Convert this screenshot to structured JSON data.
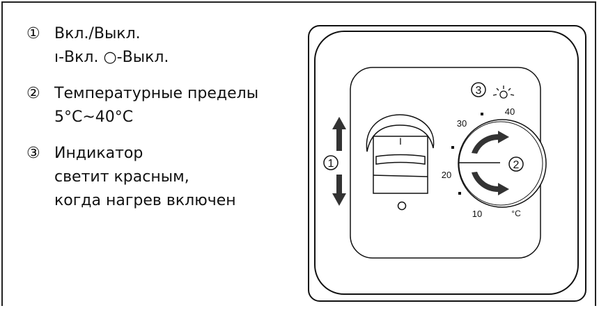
{
  "legend": [
    {
      "number": "①",
      "title": "Вкл./Выкл.",
      "lines": [
        "ı-Вкл. ○-Выкл."
      ]
    },
    {
      "number": "②",
      "title": "Температурные пределы",
      "lines": [
        "5°C~40°C"
      ]
    },
    {
      "number": "③",
      "title": "Индикатор",
      "lines": [
        "светит красным,",
        "когда нагрев включен"
      ]
    }
  ],
  "device": {
    "switch_on_mark": "I",
    "switch_off_mark": "O",
    "callout_switch": "1",
    "callout_dial": "2",
    "callout_indicator": "3",
    "dial_labels": [
      "10",
      "20",
      "30",
      "40"
    ],
    "unit": "°C",
    "line_color": "#111111",
    "arrow_color": "#333333"
  }
}
